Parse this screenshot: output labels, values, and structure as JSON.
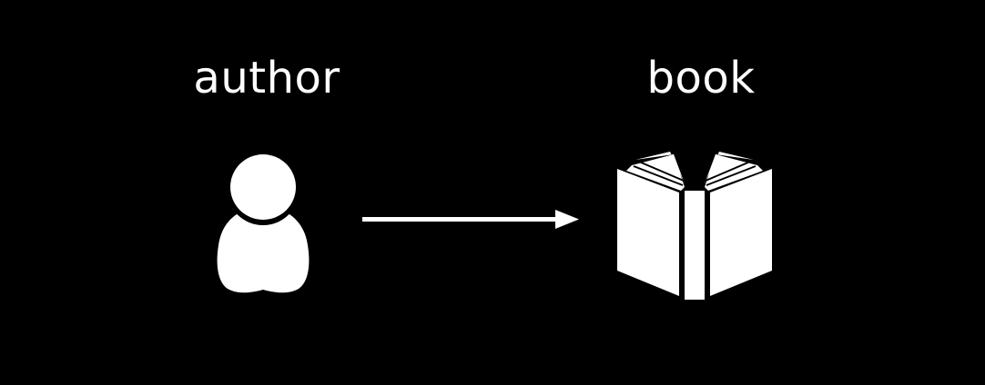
{
  "diagram": {
    "nodes": [
      {
        "id": "author",
        "label": "author",
        "icon": "person-icon"
      },
      {
        "id": "book",
        "label": "book",
        "icon": "open-book-icon"
      }
    ],
    "edges": [
      {
        "from": "author",
        "to": "book",
        "style": "arrow"
      }
    ]
  },
  "colors": {
    "background": "#000000",
    "foreground": "#ffffff"
  }
}
